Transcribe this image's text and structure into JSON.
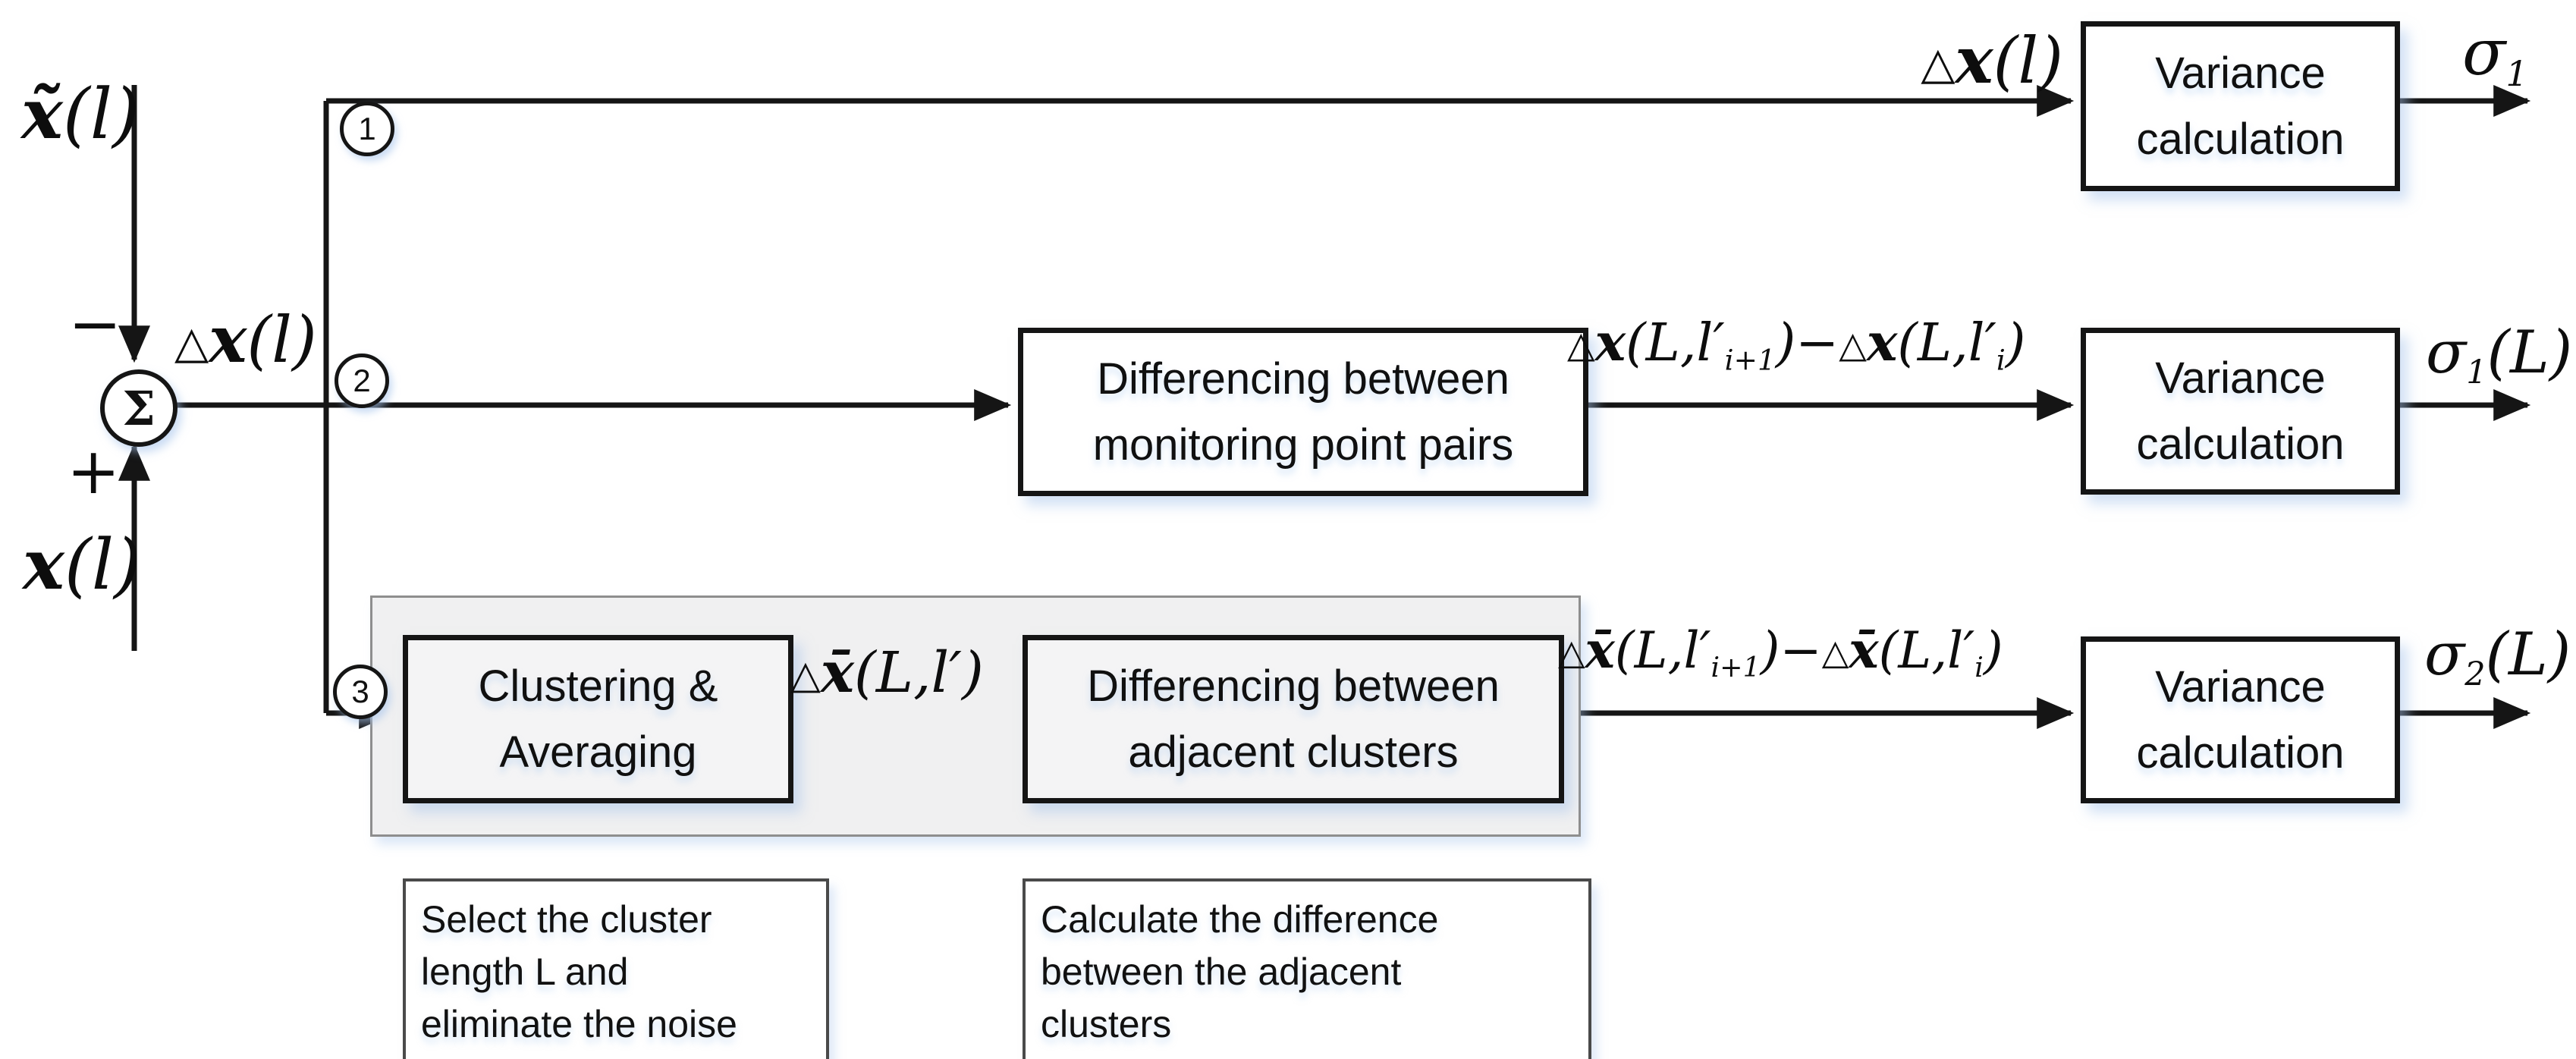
{
  "diagram_title": "Three-branch variance calculation flow for differenced monitoring signals",
  "colors": {
    "line": "#151515",
    "box_border": "#151515",
    "box_fill": "#ffffff",
    "gray_region_fill": "#f0f0f1",
    "gray_region_border": "#8e8e8e",
    "shadow_tint": "rgba(165,195,235,0.5)"
  },
  "summing_junction": {
    "symbol": "Σ",
    "minus_sign": "−",
    "plus_sign": "+"
  },
  "inputs": {
    "top": {
      "parts": {
        "0": {
          "t": "x̃"
        },
        "1": {
          "t": "(l)"
        }
      }
    },
    "bottom": {
      "parts": {
        "0": {
          "t": "x"
        },
        "1": {
          "t": "(l)"
        }
      }
    }
  },
  "branch_markers": {
    "b1": "1",
    "b2": "2",
    "b3": "3"
  },
  "boxes": {
    "variance1": {
      "label": "Variance calculation"
    },
    "diff_pairs": {
      "label": "Differencing between monitoring point pairs"
    },
    "variance2": {
      "label": "Variance calculation"
    },
    "clustering": {
      "label": "Clustering & Averaging"
    },
    "diff_clusters": {
      "label": "Differencing between adjacent clusters"
    },
    "variance3": {
      "label": "Variance calculation"
    }
  },
  "labels": {
    "sum_output": {
      "parts": {
        "0": {
          "t": "△"
        },
        "1": {
          "t": "x"
        },
        "2": {
          "t": "(l)"
        }
      }
    },
    "row1_signal": {
      "parts": {
        "0": {
          "t": "△"
        },
        "1": {
          "t": "x"
        },
        "2": {
          "t": "(l)"
        }
      }
    },
    "row2_difference": {
      "parts": {
        "0": {
          "t": "△"
        },
        "1": {
          "t": "x"
        },
        "2": {
          "t": "(L,l′"
        },
        "3": {
          "t": "i+1"
        },
        "4": {
          "t": ")−"
        },
        "5": {
          "t": "△"
        },
        "6": {
          "t": "x"
        },
        "7": {
          "t": "(L,l′"
        },
        "8": {
          "t": "i"
        },
        "9": {
          "t": ")"
        }
      }
    },
    "row3_mean": {
      "parts": {
        "0": {
          "t": "△"
        },
        "1": {
          "t": "x̄"
        },
        "2": {
          "t": "(L,l′)"
        }
      }
    },
    "row3_difference": {
      "parts": {
        "0": {
          "t": "△"
        },
        "1": {
          "t": "x̄"
        },
        "2": {
          "t": "(L,l′"
        },
        "3": {
          "t": "i+1"
        },
        "4": {
          "t": ")−"
        },
        "5": {
          "t": "△"
        },
        "6": {
          "t": "x̄"
        },
        "7": {
          "t": "(L,l′"
        },
        "8": {
          "t": "i"
        },
        "9": {
          "t": ")"
        }
      }
    },
    "sigma1": {
      "parts": {
        "0": {
          "t": "σ"
        },
        "1": {
          "t": "1"
        }
      }
    },
    "sigma1L": {
      "parts": {
        "0": {
          "t": "σ"
        },
        "1": {
          "t": "1"
        },
        "2": {
          "t": "(L)"
        }
      }
    },
    "sigma2L": {
      "parts": {
        "0": {
          "t": "σ"
        },
        "1": {
          "t": "2"
        },
        "2": {
          "t": "(L)"
        }
      }
    }
  },
  "notes": {
    "note1": {
      "text": "Select the cluster\nlength L and\neliminate the noise"
    },
    "note2": {
      "text": "Calculate the difference\nbetween the adjacent\nclusters"
    }
  }
}
